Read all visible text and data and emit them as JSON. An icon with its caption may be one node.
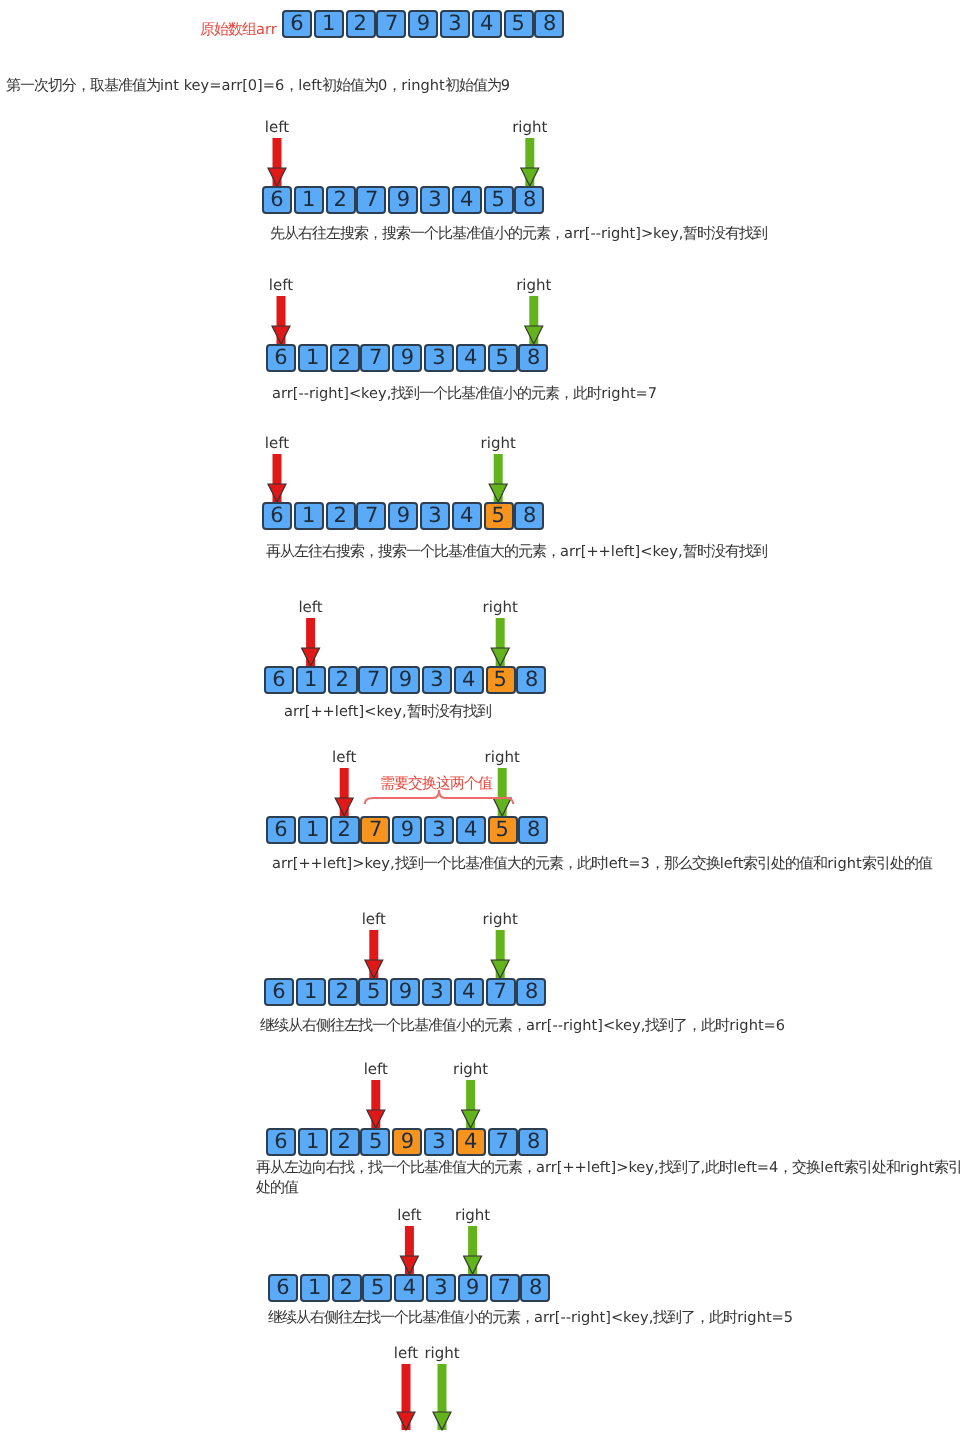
{
  "diagram": {
    "nodes": [
      {
        "text": [
          "6"
        ]
      },
      {
        "text": [
          "1"
        ]
      },
      {
        "text": [
          "2"
        ]
      },
      {
        "text": [
          "7"
        ]
      },
      {
        "text": [
          "9"
        ]
      },
      {
        "text": [
          "3"
        ]
      },
      {
        "text": [
          "4"
        ]
      },
      {
        "text": [
          "5"
        ]
      },
      {
        "text": [
          "8"
        ]
      },
      {
        "text": [
          "left"
        ]
      },
      {
        "text": [
          "right"
        ]
      },
      {
        "text": [
          "6"
        ]
      },
      {
        "text": [
          "1"
        ]
      },
      {
        "text": [
          "2"
        ]
      },
      {
        "text": [
          "7"
        ]
      },
      {
        "text": [
          "9"
        ]
      },
      {
        "text": [
          "3"
        ]
      },
      {
        "text": [
          "4"
        ]
      },
      {
        "text": [
          "5"
        ]
      },
      {
        "text": [
          "8"
        ]
      },
      {
        "text": [
          "left"
        ]
      },
      {
        "text": [
          "right"
        ]
      },
      {
        "text": [
          "6"
        ]
      },
      {
        "text": [
          "1"
        ]
      },
      {
        "text": [
          "2"
        ]
      },
      {
        "text": [
          "7"
        ]
      },
      {
        "text": [
          "9"
        ]
      },
      {
        "text": [
          "3"
        ]
      },
      {
        "text": [
          "4"
        ]
      },
      {
        "text": [
          "5"
        ]
      },
      {
        "text": [
          "8"
        ]
      },
      {
        "text": [
          "left"
        ]
      },
      {
        "text": [
          "right"
        ]
      },
      {
        "text": [
          "6"
        ]
      },
      {
        "text": [
          "1"
        ]
      },
      {
        "text": [
          "2"
        ]
      },
      {
        "text": [
          "7"
        ]
      },
      {
        "text": [
          "9"
        ]
      },
      {
        "text": [
          "3"
        ]
      },
      {
        "text": [
          "4"
        ]
      },
      {
        "text": [
          "5"
        ]
      },
      {
        "text": [
          "8"
        ]
      },
      {
        "text": [
          "left"
        ]
      },
      {
        "text": [
          "right"
        ]
      },
      {
        "text": [
          "6"
        ]
      },
      {
        "text": [
          "1"
        ]
      },
      {
        "text": [
          "2"
        ]
      },
      {
        "text": [
          "7"
        ]
      },
      {
        "text": [
          "9"
        ]
      },
      {
        "text": [
          "3"
        ]
      },
      {
        "text": [
          "4"
        ]
      },
      {
        "text": [
          "5"
        ]
      },
      {
        "text": [
          "8"
        ]
      },
      {
        "text": [
          "left"
        ]
      },
      {
        "text": [
          "right"
        ]
      },
      {
        "text": [
          "6"
        ]
      },
      {
        "text": [
          "1"
        ]
      },
      {
        "text": [
          "2"
        ]
      },
      {
        "text": [
          "7"
        ]
      },
      {
        "text": [
          "9"
        ]
      },
      {
        "text": [
          "3"
        ]
      },
      {
        "text": [
          "4"
        ]
      },
      {
        "text": [
          "5"
        ]
      },
      {
        "text": [
          "8"
        ]
      },
      {
        "text": [
          "left"
        ]
      },
      {
        "text": [
          "right"
        ]
      },
      {
        "text": [
          "6"
        ]
      },
      {
        "text": [
          "1"
        ]
      },
      {
        "text": [
          "2"
        ]
      },
      {
        "text": [
          "5"
        ]
      },
      {
        "text": [
          "9"
        ]
      },
      {
        "text": [
          "3"
        ]
      },
      {
        "text": [
          "4"
        ]
      },
      {
        "text": [
          "7"
        ]
      },
      {
        "text": [
          "8"
        ]
      },
      {
        "text": [
          "left"
        ]
      },
      {
        "text": [
          "right"
        ]
      },
      {
        "text": [
          "6"
        ]
      },
      {
        "text": [
          "1"
        ]
      },
      {
        "text": [
          "2"
        ]
      },
      {
        "text": [
          "5"
        ]
      },
      {
        "text": [
          "9"
        ]
      },
      {
        "text": [
          "3"
        ]
      },
      {
        "text": [
          "4"
        ]
      },
      {
        "text": [
          "7"
        ]
      },
      {
        "text": [
          "8"
        ]
      },
      {
        "text": [
          "left"
        ]
      },
      {
        "text": [
          "right"
        ]
      },
      {
        "text": [
          "6"
        ]
      },
      {
        "text": [
          "1"
        ]
      },
      {
        "text": [
          "2"
        ]
      },
      {
        "text": [
          "5"
        ]
      },
      {
        "text": [
          "4"
        ]
      },
      {
        "text": [
          "3"
        ]
      },
      {
        "text": [
          "9"
        ]
      },
      {
        "text": [
          "7"
        ]
      },
      {
        "text": [
          "8"
        ]
      },
      {
        "text": [
          "left"
        ]
      },
      {
        "text": [
          "right"
        ]
      }
    ],
    "edges": [
      {
        "from": 9,
        "to": 11,
        "arrow": "to",
        "color": "#e01818"
      },
      {
        "from": 10,
        "to": 19,
        "arrow": "to",
        "color": "#62b31c"
      },
      {
        "from": 20,
        "to": 22,
        "arrow": "to",
        "color": "#e01818"
      },
      {
        "from": 21,
        "to": 30,
        "arrow": "to",
        "color": "#62b31c"
      },
      {
        "from": 31,
        "to": 33,
        "arrow": "to",
        "color": "#e01818"
      },
      {
        "from": 32,
        "to": 40,
        "arrow": "to",
        "color": "#62b31c"
      },
      {
        "from": 42,
        "to": 45,
        "arrow": "to",
        "color": "#e01818"
      },
      {
        "from": 43,
        "to": 51,
        "arrow": "to",
        "color": "#62b31c"
      },
      {
        "from": 53,
        "to": 57,
        "arrow": "to",
        "color": "#e01818"
      },
      {
        "from": 54,
        "to": 62,
        "arrow": "to",
        "color": "#62b31c"
      },
      {
        "from": 64,
        "to": 69,
        "arrow": "to",
        "color": "#e01818"
      },
      {
        "from": 65,
        "to": 73,
        "arrow": "to",
        "color": "#62b31c"
      },
      {
        "from": 75,
        "to": 80,
        "arrow": "to",
        "color": "#e01818"
      },
      {
        "from": 76,
        "to": 83,
        "arrow": "to",
        "color": "#62b31c"
      },
      {
        "from": 86,
        "to": 92,
        "arrow": "to",
        "color": "#e01818"
      },
      {
        "from": 87,
        "to": 94,
        "arrow": "to",
        "color": "#62b31c"
      },
      {
        "from": 97,
        "to": null,
        "arrow": "to",
        "color": "#e01818"
      },
      {
        "from": 98,
        "to": null,
        "arrow": "to",
        "color": "#62b31c"
      }
    ],
    "labels": [
      "原始数组arr",
      "第一次切分，取基准值为int key=arr[0]=6，left初始值为0，ringht初始值为9",
      "先从右往左搜索，搜索一个比基准值小的元素，arr[--right]>key,暂时没有找到",
      "arr[--right]<key,找到一个比基准值小的元素，此时right=7",
      "再从左往右搜索，搜索一个比基准值大的元素，arr[++left]<key,暂时没有找到",
      "arr[++left]<key,暂时没有找到",
      "需要交换这两个值",
      "arr[++left]>key,找到一个比基准值大的元素，此时left=3，那么交换left索引处的值和right索引处的值",
      "继续从右侧往左找一个比基准值小的元素，arr[--right]<key,找到了，此时right=6",
      "再从左边向右找，找一个比基准值大的元素，arr[++left]>key,找到了,此时left=4，交换left索引处和right索引处的值",
      "继续从右侧往左找一个比基准值小的元素，arr[--right]<key,找到了，此时right=5"
    ]
  }
}
